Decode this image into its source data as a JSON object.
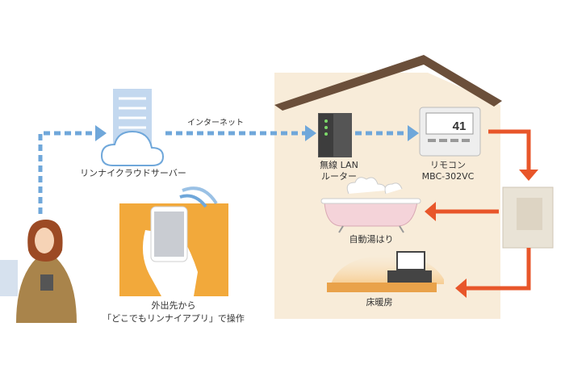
{
  "labels": {
    "internet": "インターネット",
    "cloud_server": "リンナイクラウドサーバー",
    "router_line1": "無線 LAN",
    "router_line2": "ルーター",
    "remote_line1": "リモコン",
    "remote_line2": "MBC-302VC",
    "bath": "自動湯はり",
    "floor_heating": "床暖房",
    "app_line1": "外出先から",
    "app_line2": "「どこでもリンナイアプリ」で操作"
  },
  "remote_display": {
    "temperature": "41"
  },
  "colors": {
    "network_arrow": "#6fa7da",
    "control_arrow": "#e8562a",
    "house_wall": "#f8ecd9",
    "roof": "#6b4f3a",
    "phone_panel": "#f2a93b",
    "bath": "#f4d3d9"
  }
}
